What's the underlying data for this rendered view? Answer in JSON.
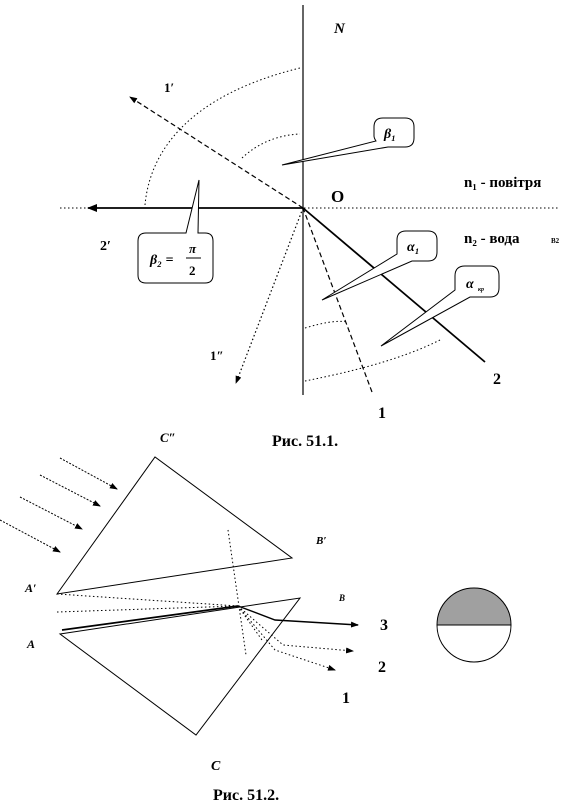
{
  "figure1": {
    "caption": "Рис. 51.1.",
    "normal_label": "N",
    "point_label": "O",
    "medium1": "n₁ - повітря",
    "medium2": "n₂ - вода",
    "medium2_suffix": "B2",
    "ray_labels": {
      "r1": "1",
      "r2": "2",
      "r1p": "1′",
      "r2p": "2′",
      "r1pp": "1″"
    },
    "callouts": {
      "beta1": "β₁",
      "beta2_lhs": "β₂ =",
      "beta2_num": "π",
      "beta2_den": "2",
      "alpha1": "α₁",
      "alpha_cr": "α",
      "alpha_cr_sub": "кр"
    }
  },
  "figure2": {
    "caption": "Рис. 51.2.",
    "vertex_labels": {
      "A": "A",
      "Ap": "A′",
      "B": "B",
      "Bp": "B′",
      "C": "C",
      "Cp": "C″"
    },
    "ray_labels": {
      "r1": "1",
      "r2": "2",
      "r3": "3"
    }
  }
}
